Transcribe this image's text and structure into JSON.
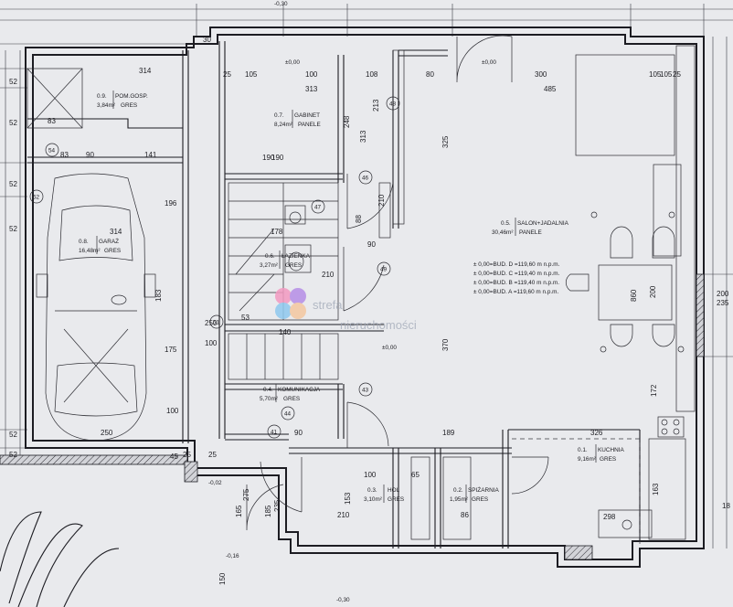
{
  "rooms": [
    {
      "id": "garaz",
      "code": "0.8.",
      "name": "GARAŻ",
      "area": "16,48m²",
      "floor": "GRES"
    },
    {
      "id": "pom-gosp",
      "code": "0.9.",
      "name": "POM.GOSP.",
      "area": "3,84m²",
      "floor": "GRES"
    },
    {
      "id": "gabinet",
      "code": "0.7.",
      "name": "GABINET",
      "area": "8,24m²",
      "floor": "PANELE"
    },
    {
      "id": "lazienka",
      "code": "0.6.",
      "name": "ŁAZIENKA",
      "area": "3,27m²",
      "floor": "GRES"
    },
    {
      "id": "komunikacja",
      "code": "0.4.",
      "name": "KOMUNIKACJA",
      "area": "5,70m²",
      "floor": "GRES"
    },
    {
      "id": "hol",
      "code": "0.3.",
      "name": "HOL",
      "area": "3,10m²",
      "floor": "GRES"
    },
    {
      "id": "spizarnia",
      "code": "0.2.",
      "name": "SPIŻARNIA",
      "area": "1,95m²",
      "floor": "GRES"
    },
    {
      "id": "kuchnia",
      "code": "0.1.",
      "name": "KUCHNIA",
      "area": "9,16m²",
      "floor": "GRES"
    },
    {
      "id": "salon",
      "code": "0.5.",
      "name": "SALON+JADALNIA",
      "area": "30,46m²",
      "floor": "PANELE"
    }
  ],
  "levels": [
    "± 0,00=BUD. D =119,60 m n.p.m.",
    "± 0,00=BUD. C =119,40 m n.p.m.",
    "± 0,00=BUD. B =119,40 m n.p.m.",
    "± 0,00=BUD. A =119,60 m n.p.m."
  ],
  "level_marks": [
    "±0,00",
    "±0,00",
    "±0,00",
    "-0,02",
    "-0,16",
    "-0,30",
    "-0,30"
  ],
  "watermark": {
    "line1": "strefa",
    "line2": "nieruchomości"
  },
  "dims": {
    "top": [
      "30",
      "25",
      "105",
      "100",
      "108",
      "80",
      "300",
      "485",
      "105",
      "25"
    ],
    "left": [
      "52",
      "52",
      "52",
      "52",
      "52",
      "52"
    ],
    "garage": [
      "314",
      "314",
      "83",
      "83",
      "90",
      "141",
      "250",
      "100",
      "90",
      "190",
      "196",
      "175",
      "100",
      "53",
      "183"
    ],
    "interior": [
      "313",
      "313",
      "248",
      "213",
      "325",
      "190",
      "178",
      "210",
      "90",
      "88",
      "210",
      "370",
      "189",
      "326",
      "210",
      "100",
      "153",
      "65",
      "86",
      "163",
      "172",
      "200",
      "860",
      "298",
      "250",
      "105",
      "140"
    ],
    "right": [
      "200",
      "235",
      "18"
    ],
    "bottom": [
      "45",
      "25",
      "165",
      "150",
      "185",
      "235",
      "275",
      "25"
    ]
  },
  "tags": [
    "54",
    "52",
    "51",
    "46",
    "49",
    "43",
    "44",
    "47",
    "48",
    "41"
  ],
  "colors": {
    "paper": "#e9eaed",
    "ink": "#1c1c22",
    "watermark": "#9ea6b5"
  }
}
